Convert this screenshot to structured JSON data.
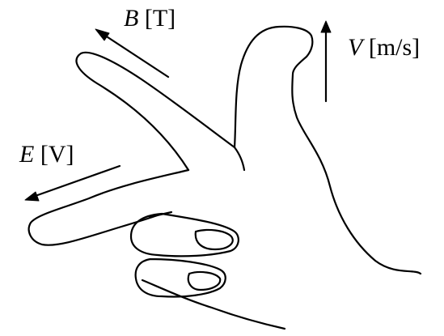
{
  "labels": {
    "b": {
      "symbol": "B",
      "unit": "[T]"
    },
    "v": {
      "symbol": "V",
      "unit": "[m/s]"
    },
    "e": {
      "symbol": "E",
      "unit": "[V]"
    }
  },
  "colors": {
    "stroke": "#000000",
    "background": "#ffffff"
  },
  "icons": {
    "hand": "hand-icon"
  }
}
